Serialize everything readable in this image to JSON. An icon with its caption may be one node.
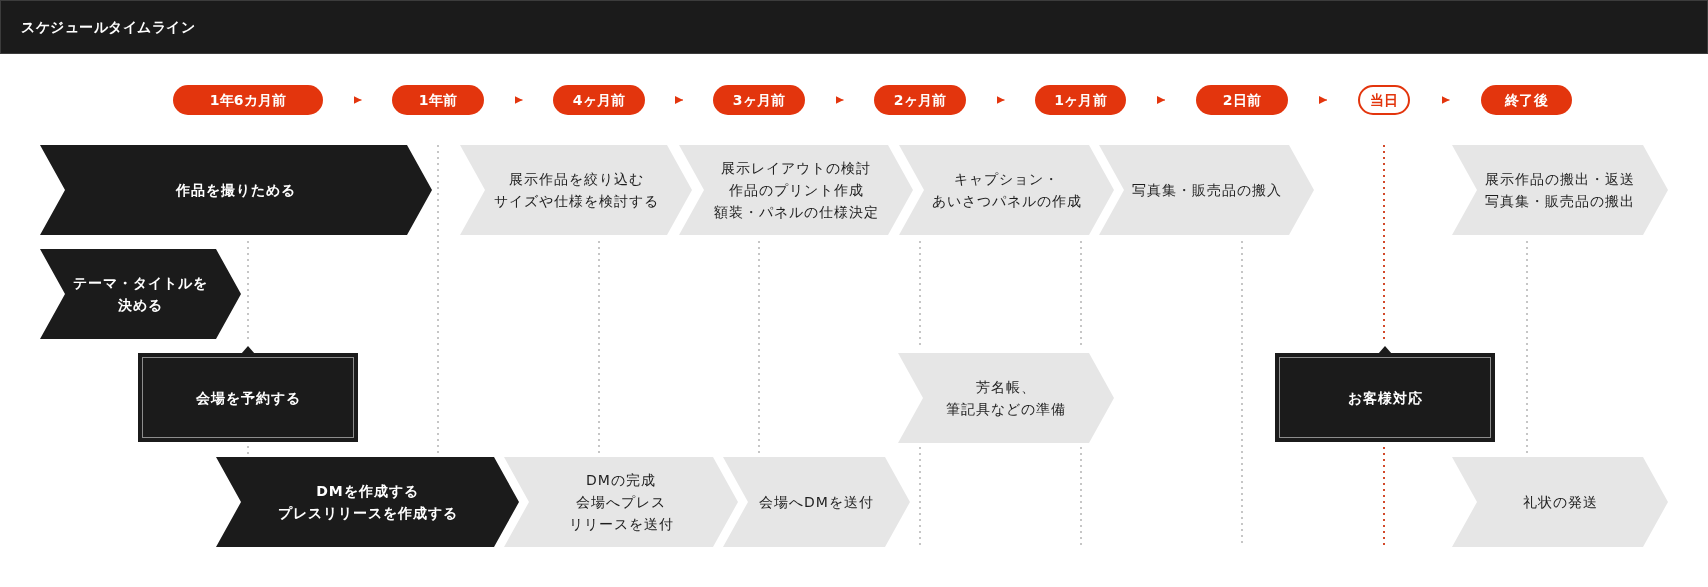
{
  "diagram": {
    "title": "スケジュールタイムライン",
    "nodes": [
      {
        "text": [
          "1年6カ月前"
        ]
      },
      {
        "text": [
          "1年前"
        ]
      },
      {
        "text": [
          "4ヶ月前"
        ]
      },
      {
        "text": [
          "3ヶ月前"
        ]
      },
      {
        "text": [
          "2ヶ月前"
        ]
      },
      {
        "text": [
          "1ヶ月前"
        ]
      },
      {
        "text": [
          "2日前"
        ]
      },
      {
        "text": [
          "当日"
        ]
      },
      {
        "text": [
          "終了後"
        ]
      },
      {
        "text": [
          "作品を撮りためる"
        ]
      },
      {
        "text": [
          "展示作品を絞り込む",
          "サイズや仕様を検討する"
        ]
      },
      {
        "text": [
          "展示レイアウトの検討",
          "作品のプリント作成",
          "額装・パネルの仕様決定"
        ]
      },
      {
        "text": [
          "キャプション・あいさつパネルの作成"
        ]
      },
      {
        "text": [
          "写真集・販売品の搬入"
        ]
      },
      {
        "text": [
          "展示作品の搬出・返送",
          "写真集・販売品の搬出"
        ]
      },
      {
        "text": [
          "テーマ・タイトルを決める"
        ]
      },
      {
        "text": [
          "会場を予約する"
        ]
      },
      {
        "text": [
          "芳名帳、筆記具などの準備"
        ]
      },
      {
        "text": [
          "お客様対応"
        ]
      },
      {
        "text": [
          "DMを作成する",
          "プレスリリースを作成する"
        ]
      },
      {
        "text": [
          "DMの完成",
          "会場へプレスリリースを送付"
        ]
      },
      {
        "text": [
          "会場へDMを送付"
        ]
      },
      {
        "text": [
          "礼状の発送"
        ]
      }
    ],
    "edges": [
      {
        "from": 0,
        "to": 1,
        "arrow": "to"
      },
      {
        "from": 1,
        "to": 2,
        "arrow": "to"
      },
      {
        "from": 2,
        "to": 3,
        "arrow": "to"
      },
      {
        "from": 3,
        "to": 4,
        "arrow": "to"
      },
      {
        "from": 4,
        "to": 5,
        "arrow": "to"
      },
      {
        "from": 5,
        "to": 6,
        "arrow": "to"
      },
      {
        "from": 6,
        "to": 7,
        "arrow": "to"
      },
      {
        "from": 7,
        "to": 8,
        "arrow": "to"
      }
    ]
  }
}
